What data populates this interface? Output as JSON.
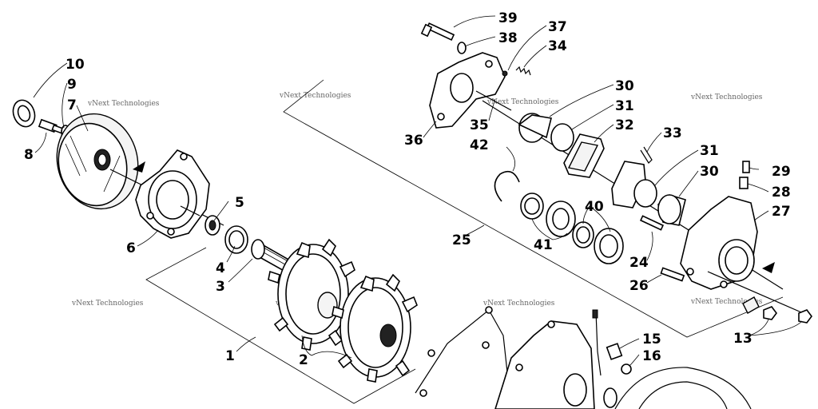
{
  "watermark": "vNext Technologies",
  "callouts": {
    "n1": "1",
    "n2": "2",
    "n3": "3",
    "n4": "4",
    "n5": "5",
    "n6": "6",
    "n7": "7",
    "n8": "8",
    "n9": "9",
    "n10": "10",
    "n13": "13",
    "n15": "15",
    "n16": "16",
    "n24": "24",
    "n25": "25",
    "n26": "26",
    "n27": "27",
    "n28": "28",
    "n29": "29",
    "n30a": "30",
    "n30b": "30",
    "n31a": "31",
    "n31b": "31",
    "n32": "32",
    "n33": "33",
    "n34": "34",
    "n35": "35",
    "n36": "36",
    "n37": "37",
    "n38": "38",
    "n39": "39",
    "n40": "40",
    "n41": "41",
    "n42": "42"
  }
}
